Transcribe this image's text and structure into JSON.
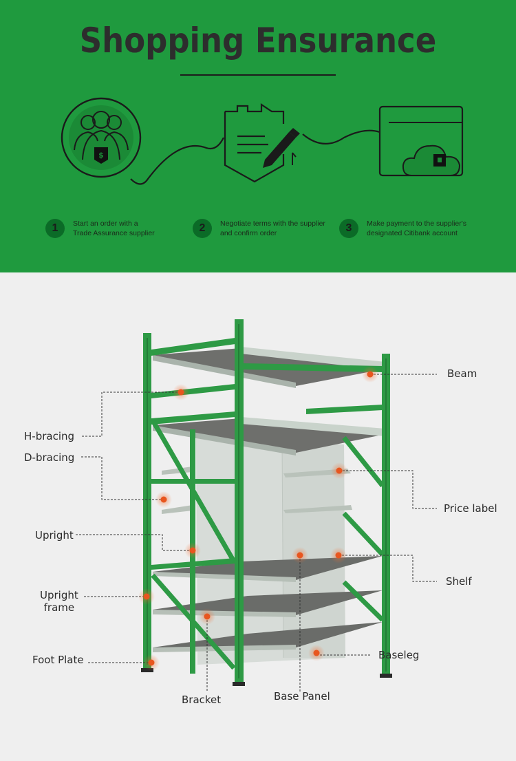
{
  "header": {
    "title": "Shopping Ensurance"
  },
  "steps": [
    {
      "number": "1",
      "line1": "Start an order with a",
      "line2": "Trade Assurance supplier"
    },
    {
      "number": "2",
      "line1": "Negotiate terms with the supplier",
      "line2": "and confirm order"
    },
    {
      "number": "3",
      "line1": "Make payment to the supplier's",
      "line2": "designated Citibank account"
    }
  ],
  "icons": [
    "supplier-icon",
    "contract-icon",
    "secure-payment-icon"
  ],
  "colors": {
    "banner": "#1f9a3e",
    "step_circle": "#0b6b27",
    "rack_green": "#2e9a45",
    "marker": "#e8561f"
  },
  "labels": {
    "beam": "Beam",
    "h_bracing": "H-bracing",
    "d_bracing": "D-bracing",
    "price_label": "Price label",
    "upright": "Upright",
    "shelf": "Shelf",
    "upright_frame_1": "Upright",
    "upright_frame_2": "frame",
    "foot_plate": "Foot Plate",
    "baseleg": "Baseleg",
    "bracket": "Bracket",
    "base_panel": "Base Panel"
  }
}
